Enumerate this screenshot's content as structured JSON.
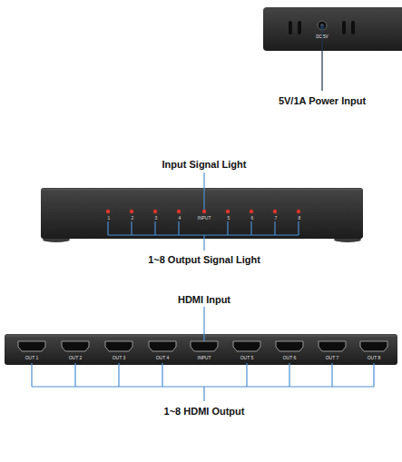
{
  "diagram": {
    "labels": [
      "DC 5V",
      "5V/1A Power Input",
      "Input Signal Light",
      "1",
      "2",
      "3",
      "4",
      "INPUT",
      "5",
      "6",
      "7",
      "8",
      "1~8 Output Signal Light",
      "HDMI Input",
      "OUT 1",
      "OUT 2",
      "OUT 3",
      "OUT 4",
      "INPUT",
      "OUT 5",
      "OUT 6",
      "OUT 7",
      "OUT 8",
      "1~8 HDMI Output"
    ]
  }
}
